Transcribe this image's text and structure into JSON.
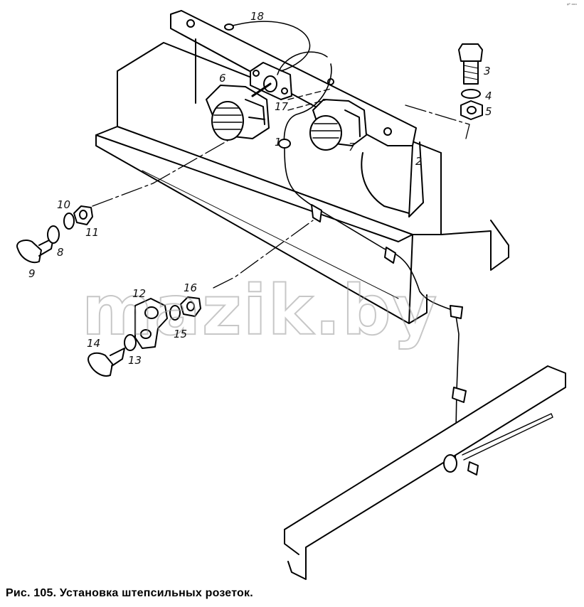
{
  "figure": {
    "caption": "Рис. 105. Установка штепсильных розеток.",
    "watermark": "mazik.by",
    "corner_mark": "ᵍᴾ ᵒᵒᵒ"
  },
  "callouts": {
    "c1": "1",
    "c2": "2",
    "c3": "3",
    "c4": "4",
    "c5": "5",
    "c6": "6",
    "c7": "7",
    "c8": "8",
    "c9": "9",
    "c10": "10",
    "c11": "11",
    "c12": "12",
    "c13": "13",
    "c14": "14",
    "c15": "15",
    "c16": "16",
    "c17": "17",
    "c18": "18"
  }
}
